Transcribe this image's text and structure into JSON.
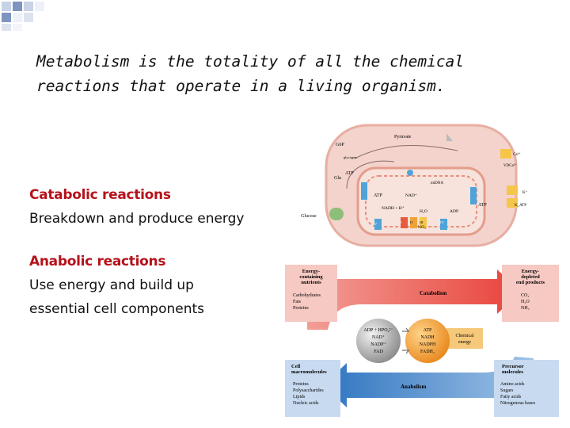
{
  "title": "Metabolism is the totality of all the chemical reactions that operate in a living organism.",
  "catabolic": {
    "heading": "Catabolic reactions",
    "description": "Breakdown and produce energy"
  },
  "anabolic": {
    "heading": "Anabolic reactions",
    "description_line1": "Use energy and build up",
    "description_line2": "essential cell components"
  },
  "cell_diagram": {
    "labels": {
      "g6p": "G6P",
      "pyruvate": "Pyruvate",
      "glycogen": "glycogen",
      "glu": "Glu",
      "atp1": "ATP",
      "atp2": "ATP",
      "atp3": "ATP",
      "mtdna": "mtDNA",
      "nad": "NAD⁺",
      "nadh": "NADH + H⁺",
      "h2o": "H₂O",
      "o2": "½O₂",
      "adp": "ADP",
      "glucose": "Glucose",
      "ca": "Ca²⁺",
      "vdcca": "VDCa²⁺",
      "k": "K⁺",
      "katp": "K_ATP",
      "i": "I",
      "ii": "II",
      "iii": "III",
      "iv": "IV",
      "v": "V"
    }
  },
  "flow_diagram": {
    "energy_containing": [
      "Energy-",
      "containing",
      "nutrients"
    ],
    "energy_items": [
      "Carbohydrates",
      "Fats",
      "Proteins"
    ],
    "catabolism": "Catabolism",
    "energy_depleted": [
      "Energy-",
      "depleted",
      "end products"
    ],
    "depleted_items": [
      "CO₂",
      "H₂O",
      "NH₃"
    ],
    "adp_group": [
      "ADP + HPO₄²⁻",
      "NAD⁺",
      "NADP⁺",
      "FAD"
    ],
    "atp_group": [
      "ATP",
      "NADH",
      "NADPH",
      "FADH₂"
    ],
    "chemical_energy": [
      "Chemical",
      "energy"
    ],
    "cell_macro": [
      "Cell",
      "macromolecules"
    ],
    "macro_items": [
      "Proteins",
      "Polysaccharides",
      "Lipids",
      "Nucleic acids"
    ],
    "anabolism": "Anabolism",
    "precursor": [
      "Precursor",
      "molecules"
    ],
    "precursor_items": [
      "Amino acids",
      "Sugars",
      "Fatty acids",
      "Nitrogenous bases"
    ]
  },
  "colors": {
    "heading_red": "#b5121b",
    "catabolism_red": "#e8433b",
    "anabolism_blue": "#3a82c8",
    "box_pink": "#f6c9c2",
    "box_blue": "#c8daf0",
    "cell_pink": "#f3d3cc",
    "cell_border": "#e7aea2"
  }
}
